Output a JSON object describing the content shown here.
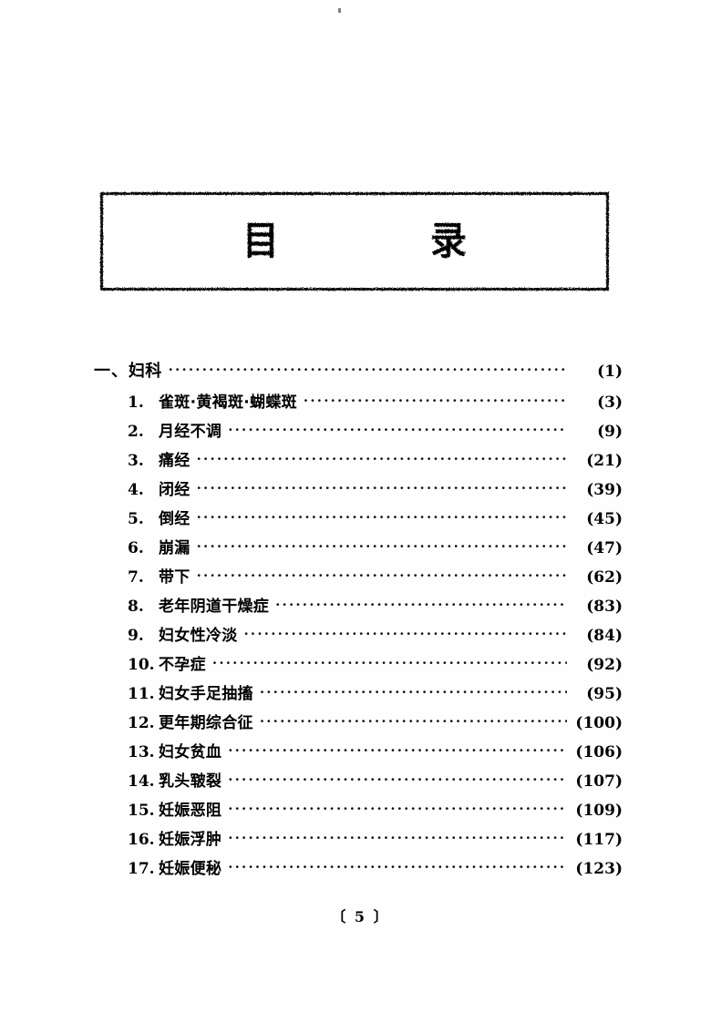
{
  "document": {
    "title_box": {
      "heading": "目  录"
    },
    "folio": "〔 5 〕"
  },
  "toc": {
    "leader_char": "·",
    "entries": [
      {
        "num": "一、",
        "label": "妇科",
        "page": "(1)",
        "level": 1
      },
      {
        "num": "1.",
        "label": "雀斑·黄褐斑·蝴蝶斑",
        "page": "(3)",
        "level": 2
      },
      {
        "num": "2.",
        "label": "月经不调",
        "page": "(9)",
        "level": 2
      },
      {
        "num": "3.",
        "label": "痛经",
        "page": "(21)",
        "level": 2
      },
      {
        "num": "4.",
        "label": "闭经",
        "page": "(39)",
        "level": 2
      },
      {
        "num": "5.",
        "label": "倒经",
        "page": "(45)",
        "level": 2
      },
      {
        "num": "6.",
        "label": "崩漏",
        "page": "(47)",
        "level": 2
      },
      {
        "num": "7.",
        "label": "带下",
        "page": "(62)",
        "level": 2
      },
      {
        "num": "8.",
        "label": "老年阴道干燥症",
        "page": "(83)",
        "level": 2
      },
      {
        "num": "9.",
        "label": "妇女性冷淡",
        "page": "(84)",
        "level": 2
      },
      {
        "num": "10.",
        "label": "不孕症",
        "page": "(92)",
        "level": 2
      },
      {
        "num": "11.",
        "label": "妇女手足抽搐",
        "page": "(95)",
        "level": 2
      },
      {
        "num": "12.",
        "label": "更年期综合征",
        "page": "(100)",
        "level": 2
      },
      {
        "num": "13.",
        "label": "妇女贫血",
        "page": "(106)",
        "level": 2
      },
      {
        "num": "14.",
        "label": "乳头皲裂",
        "page": "(107)",
        "level": 2
      },
      {
        "num": "15.",
        "label": "妊娠恶阻",
        "page": "(109)",
        "level": 2
      },
      {
        "num": "16.",
        "label": "妊娠浮肿",
        "page": "(117)",
        "level": 2
      },
      {
        "num": "17.",
        "label": "妊娠便秘",
        "page": "(123)",
        "level": 2
      }
    ]
  },
  "colors": {
    "ink": "#000000",
    "paper": "#fefefe"
  }
}
